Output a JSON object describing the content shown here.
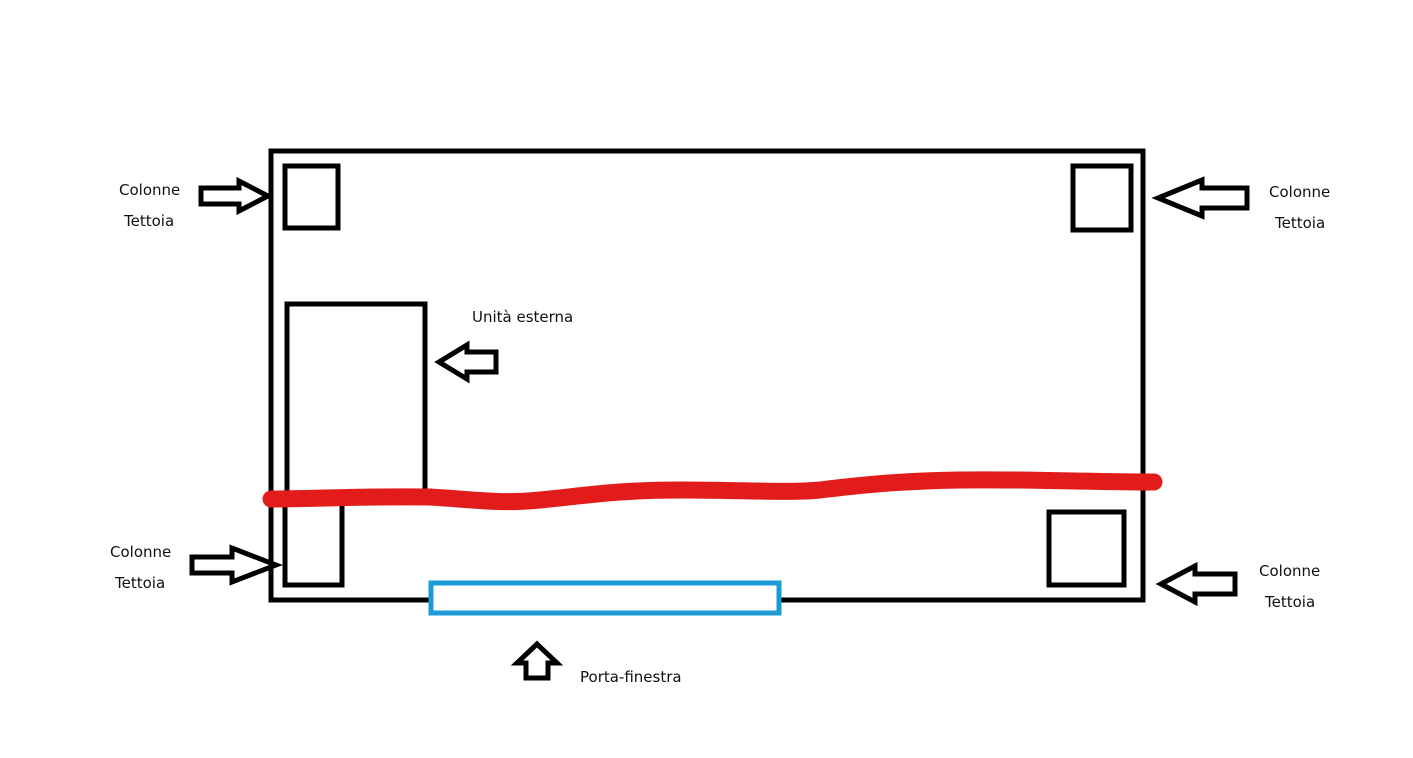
{
  "labels": {
    "columns_top_left": [
      "Colonne",
      "Tettoia"
    ],
    "columns_top_right": [
      "Colonne",
      "Tettoia"
    ],
    "columns_bottom_left": [
      "Colonne",
      "Tettoia"
    ],
    "columns_bottom_right": [
      "Colonne",
      "Tettoia"
    ],
    "outdoor_unit": "Unità esterna",
    "french_window": "Porta-finestra"
  },
  "colors": {
    "outline": "#000000",
    "red_line": "#e21b1b",
    "french_window": "#1a9bd7",
    "text": "#111111"
  }
}
